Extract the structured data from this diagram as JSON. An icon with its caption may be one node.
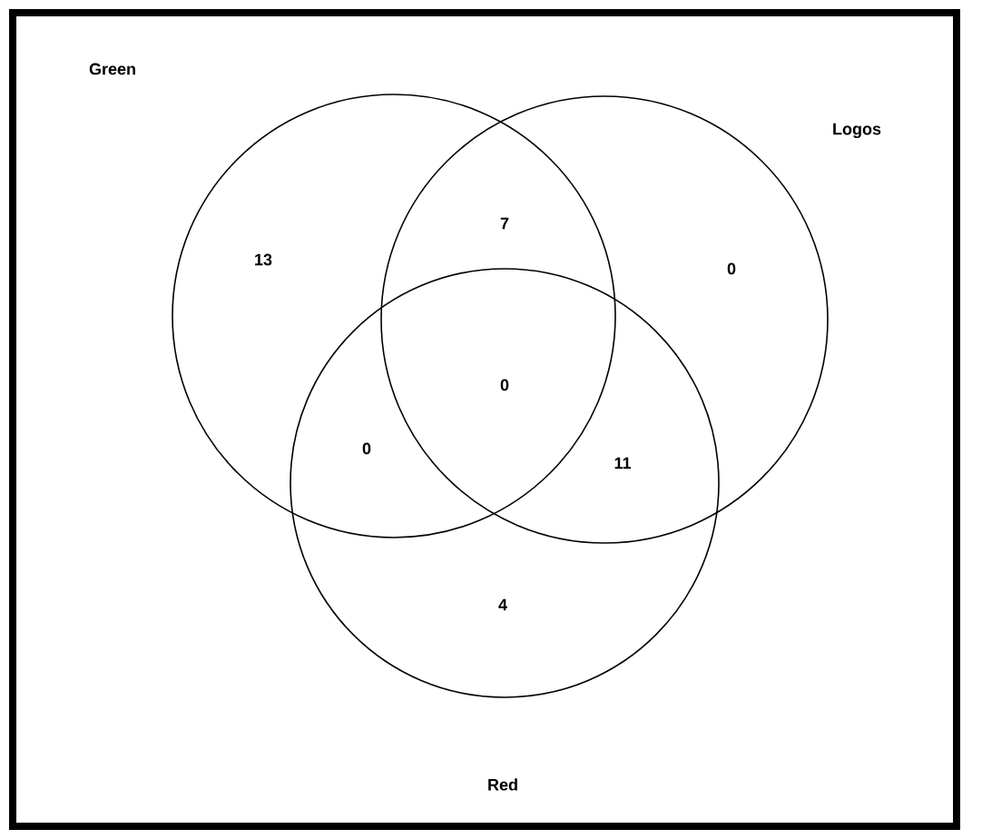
{
  "diagram": {
    "nodes": [
      {
        "text": [
          "Green"
        ]
      },
      {
        "text": [
          "Logos"
        ]
      },
      {
        "text": [
          "Red"
        ]
      }
    ],
    "labels": [
      "13",
      "7",
      "0",
      "0",
      "0",
      "11",
      "4"
    ]
  }
}
